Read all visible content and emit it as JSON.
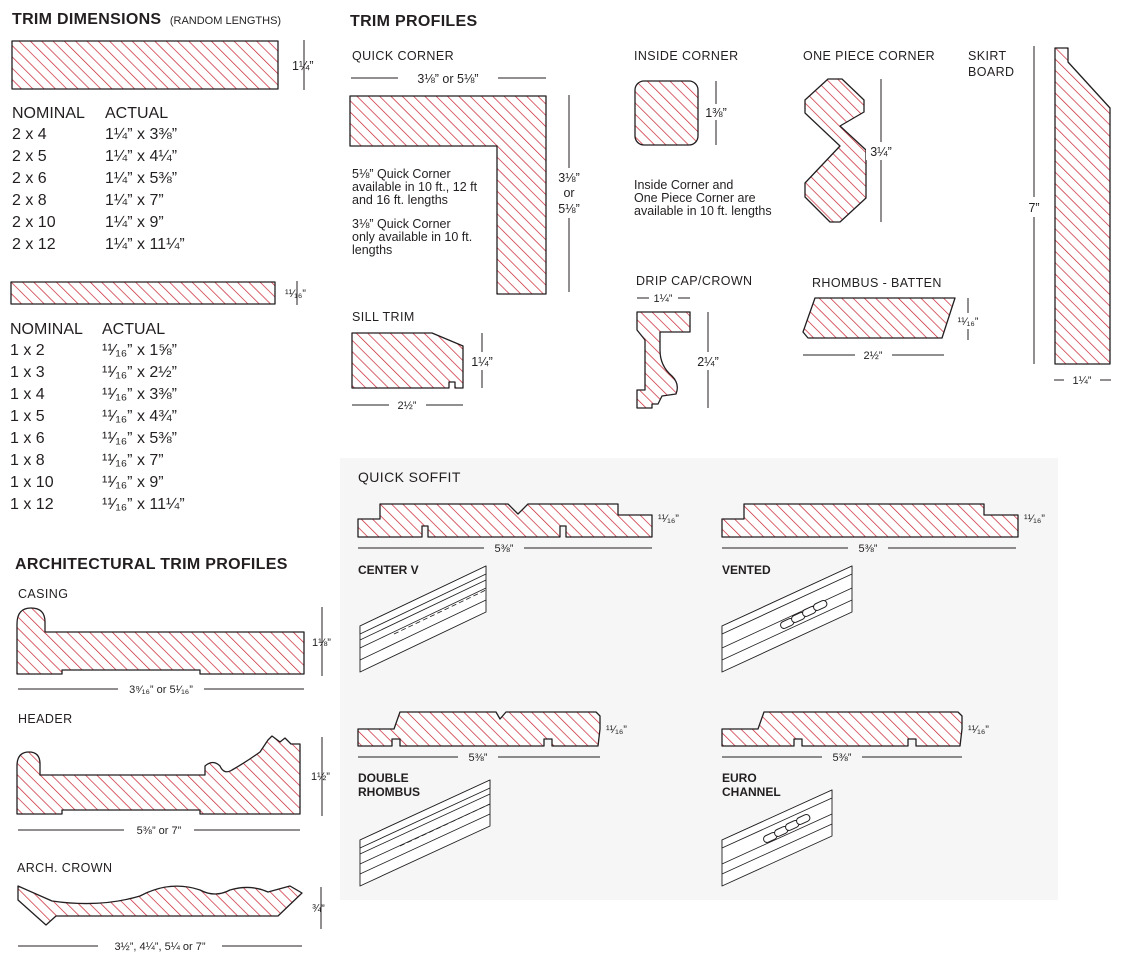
{
  "colors": {
    "hatch": "#c8202f",
    "ink": "#231f20",
    "panel": "#f6f6f6"
  },
  "trim_dimensions": {
    "title": "TRIM DIMENSIONS",
    "subtitle": "(RANDOM LENGTHS)",
    "thick_dim": "1¼”",
    "thin_dim": "¹¹⁄₁₆”",
    "table1": {
      "col_nominal": "NOMINAL",
      "col_actual": "ACTUAL",
      "rows": [
        {
          "nominal": "2 x 4",
          "actual": "1¼” x 3⅜”"
        },
        {
          "nominal": "2 x 5",
          "actual": "1¼” x 4¼”"
        },
        {
          "nominal": "2 x 6",
          "actual": "1¼” x 5⅜”"
        },
        {
          "nominal": "2 x 8",
          "actual": "1¼” x 7”"
        },
        {
          "nominal": "2 x 10",
          "actual": "1¼” x 9”"
        },
        {
          "nominal": "2 x 12",
          "actual": "1¼” x 11¼”"
        }
      ]
    },
    "table2": {
      "col_nominal": "NOMINAL",
      "col_actual": "ACTUAL",
      "rows": [
        {
          "nominal": "1 x 2",
          "actual": "¹¹⁄₁₆” x 1⅝”"
        },
        {
          "nominal": "1 x 3",
          "actual": "¹¹⁄₁₆” x 2½”"
        },
        {
          "nominal": "1 x 4",
          "actual": "¹¹⁄₁₆” x 3⅜”"
        },
        {
          "nominal": "1 x 5",
          "actual": "¹¹⁄₁₆” x 4¾”"
        },
        {
          "nominal": "1 x 6",
          "actual": "¹¹⁄₁₆” x 5⅜”"
        },
        {
          "nominal": "1 x 8",
          "actual": "¹¹⁄₁₆” x 7”"
        },
        {
          "nominal": "1 x 10",
          "actual": "¹¹⁄₁₆” x 9”"
        },
        {
          "nominal": "1 x 12",
          "actual": "¹¹⁄₁₆” x 11¼”"
        }
      ]
    }
  },
  "architectural": {
    "title": "ARCHITECTURAL TRIM PROFILES",
    "casing": {
      "label": "CASING",
      "height": "1⅛”",
      "width": "3⁹⁄₁₆” or 5¹⁄₁₆”"
    },
    "header": {
      "label": "HEADER",
      "height": "1½”",
      "width": "5⅜” or 7”"
    },
    "crown": {
      "label": "ARCH. CROWN",
      "height": "¾”",
      "width": "3½”, 4¼”, 5¼ or 7”"
    }
  },
  "trim_profiles": {
    "title": "TRIM PROFILES",
    "quick_corner": {
      "label": "QUICK CORNER",
      "width": "3⅛” or 5⅛”",
      "height_1": "3⅛”",
      "height_or": "or",
      "height_2": "5⅛”",
      "note1": [
        "5⅛” Quick Corner",
        "available in 10 ft., 12 ft",
        "and 16 ft. lengths"
      ],
      "note2": [
        "3⅛” Quick Corner",
        "only available in 10 ft.",
        "lengths"
      ]
    },
    "inside_corner": {
      "label": "INSIDE CORNER",
      "dim": "1⅜”"
    },
    "one_piece_corner": {
      "label": "ONE PIECE CORNER",
      "dim": "3¼”"
    },
    "corner_note": [
      "Inside Corner and",
      "One Piece Corner are",
      "available in 10 ft. lengths"
    ],
    "skirt_board": {
      "label": [
        "SKIRT",
        "BOARD"
      ],
      "height": "7”",
      "width": "1¼”"
    },
    "sill_trim": {
      "label": "SILL TRIM",
      "height": "1¼”",
      "width": "2½”"
    },
    "drip_cap": {
      "label": "DRIP CAP/CROWN",
      "top": "1¼”",
      "height": "2¼”"
    },
    "rhombus_batten": {
      "label": "RHOMBUS - BATTEN",
      "height": "¹¹⁄₁₆”",
      "width": "2½”"
    }
  },
  "quick_soffit": {
    "title": "QUICK SOFFIT",
    "items": [
      {
        "label": [
          "CENTER V"
        ],
        "height": "¹¹⁄₁₆”",
        "width": "5⅜”"
      },
      {
        "label": [
          "VENTED"
        ],
        "height": "¹¹⁄₁₆”",
        "width": "5⅜”"
      },
      {
        "label": [
          "DOUBLE",
          "RHOMBUS"
        ],
        "height": "¹¹⁄₁₆”",
        "width": "5⅜”"
      },
      {
        "label": [
          "EURO",
          "CHANNEL"
        ],
        "height": "¹¹⁄₁₆”",
        "width": "5⅜”"
      }
    ]
  }
}
